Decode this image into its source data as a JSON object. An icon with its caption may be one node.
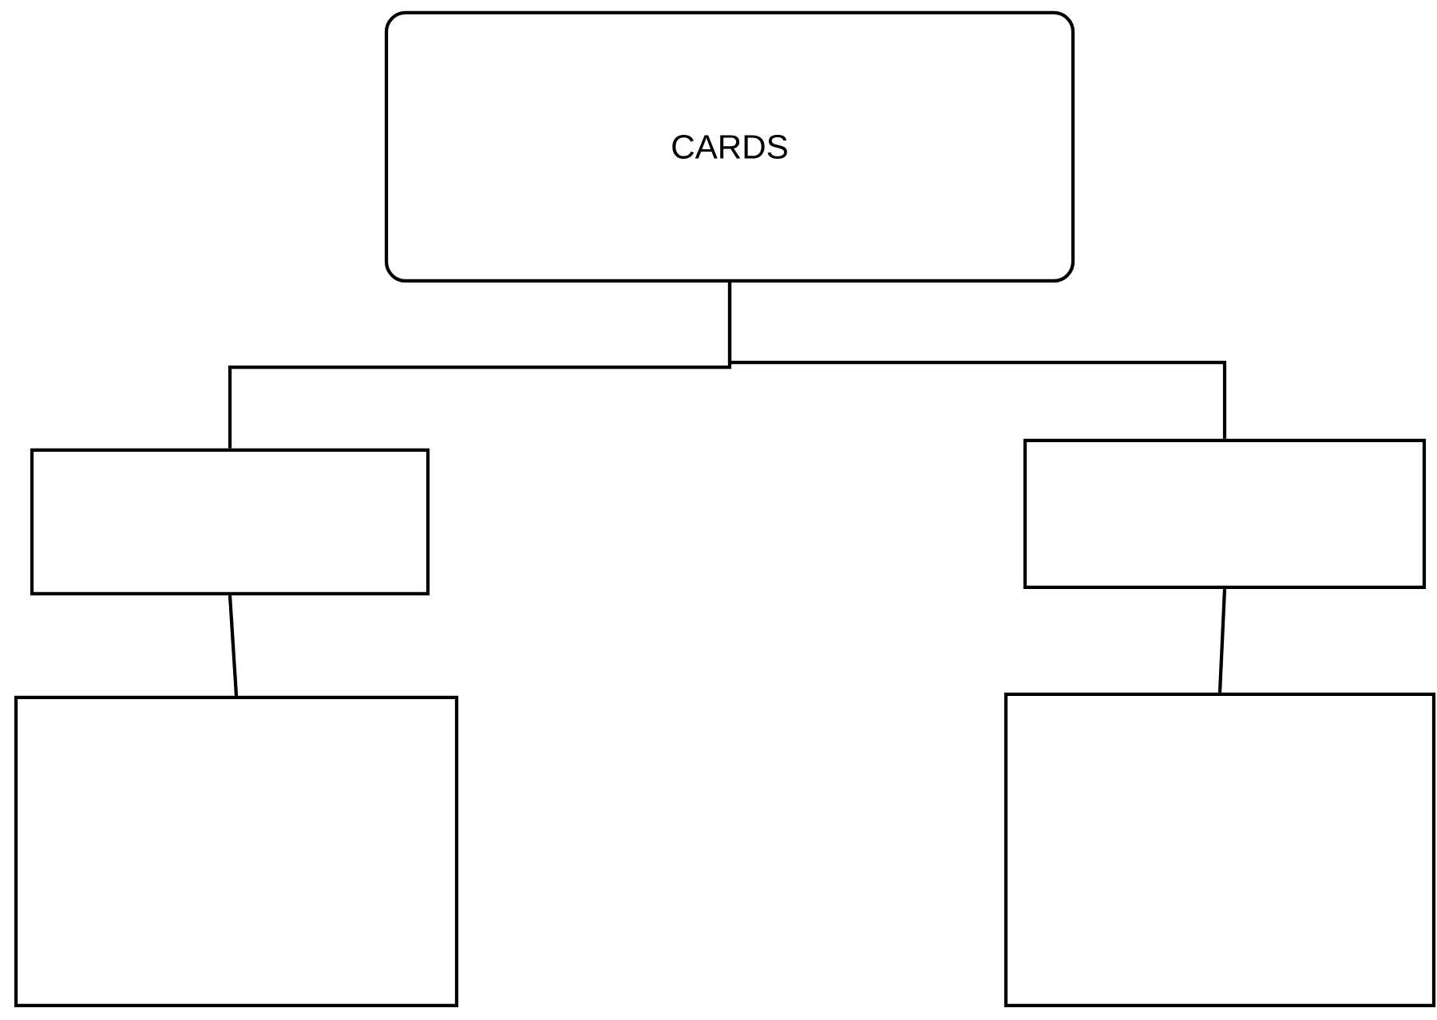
{
  "diagram": {
    "nodes": [
      {
        "text": [
          "CARDS"
        ]
      },
      {
        "text": [],
        "shape": "box"
      },
      {
        "text": [],
        "shape": "box"
      },
      {
        "text": [],
        "shape": "box"
      },
      {
        "text": [],
        "shape": "box"
      }
    ],
    "edges": [
      {
        "from": 0,
        "to": 1,
        "arrow": "none"
      },
      {
        "from": 0,
        "to": 2,
        "arrow": "none"
      },
      {
        "from": 1,
        "to": 3,
        "arrow": "none"
      },
      {
        "from": 2,
        "to": 4,
        "arrow": "none"
      }
    ]
  }
}
